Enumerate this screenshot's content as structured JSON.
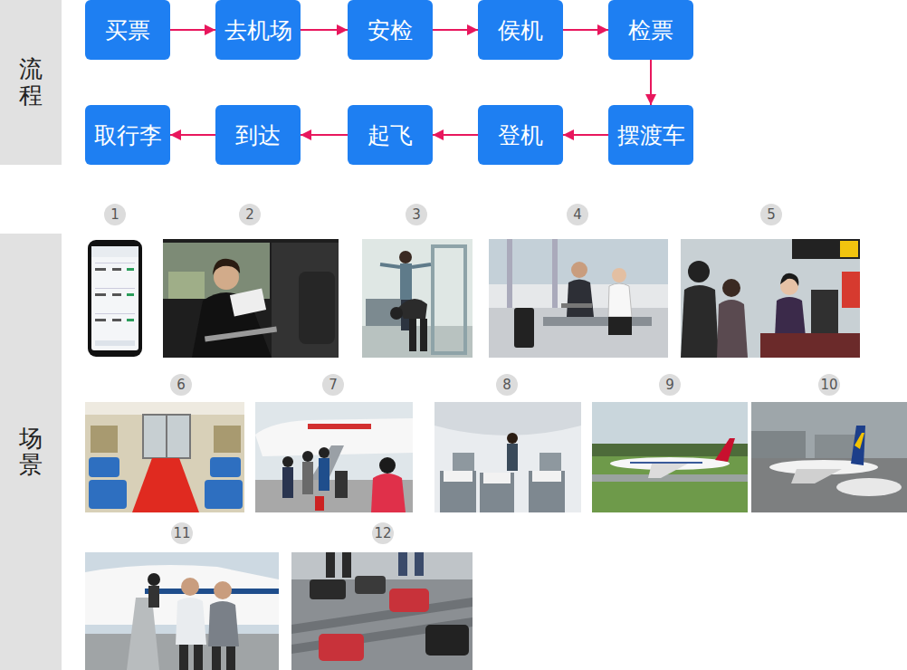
{
  "diagram": {
    "nodes": [
      {
        "text": [
          "流程"
        ]
      },
      {
        "text": [
          "买票"
        ]
      },
      {
        "text": [
          "去机场"
        ]
      },
      {
        "text": [
          "安检"
        ]
      },
      {
        "text": [
          "侯机"
        ]
      },
      {
        "text": [
          "检票"
        ]
      },
      {
        "text": [
          "摆渡车"
        ]
      },
      {
        "text": [
          "登机"
        ]
      },
      {
        "text": [
          "起飞"
        ]
      },
      {
        "text": [
          "到达"
        ]
      },
      {
        "text": [
          "取行李"
        ]
      },
      {
        "text": [
          "场景"
        ]
      }
    ],
    "edges": [
      {
        "from": 1,
        "to": 2,
        "arrow": "to"
      },
      {
        "from": 2,
        "to": 3,
        "arrow": "to"
      },
      {
        "from": 3,
        "to": 4,
        "arrow": "to"
      },
      {
        "from": 4,
        "to": 5,
        "arrow": "to"
      },
      {
        "from": 5,
        "to": 6,
        "arrow": "to"
      },
      {
        "from": 6,
        "to": 7,
        "arrow": "to"
      },
      {
        "from": 7,
        "to": 8,
        "arrow": "to"
      },
      {
        "from": 8,
        "to": 9,
        "arrow": "to"
      },
      {
        "from": 9,
        "to": 10,
        "arrow": "to"
      }
    ],
    "labels": [
      "1",
      "2",
      "3",
      "4",
      "5",
      "6",
      "7",
      "8",
      "9",
      "10",
      "11",
      "12"
    ]
  }
}
